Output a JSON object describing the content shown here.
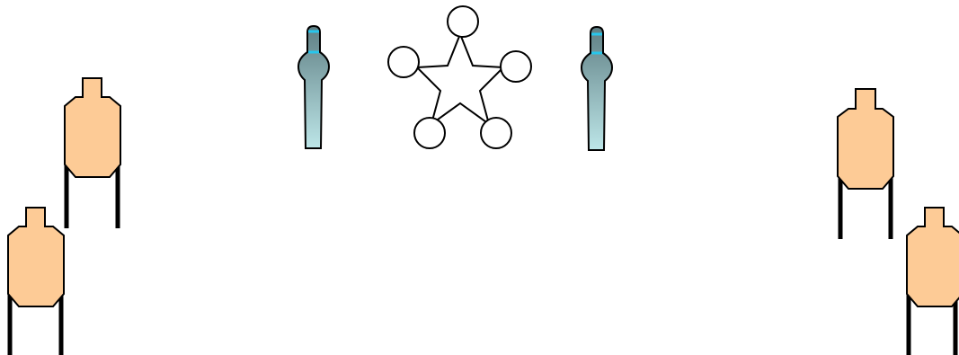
{
  "colors": {
    "target_fill": "#FDCB96",
    "target_stroke": "#000000",
    "stand_leg": "#000000",
    "shooter_top": "#5f7f84",
    "shooter_bottom": "#bde6e8",
    "shooter_band": "#27c6ec",
    "star_fill": "#ffffff",
    "plate_fill": "#ffffff",
    "background": "#ffffff"
  },
  "elements": {
    "paper_targets": [
      "target-upper-left",
      "target-lower-left",
      "target-upper-right",
      "target-lower-right"
    ],
    "no_shoot_shooters": [
      "shooter-left",
      "shooter-right"
    ],
    "steel": [
      "star-target"
    ]
  }
}
